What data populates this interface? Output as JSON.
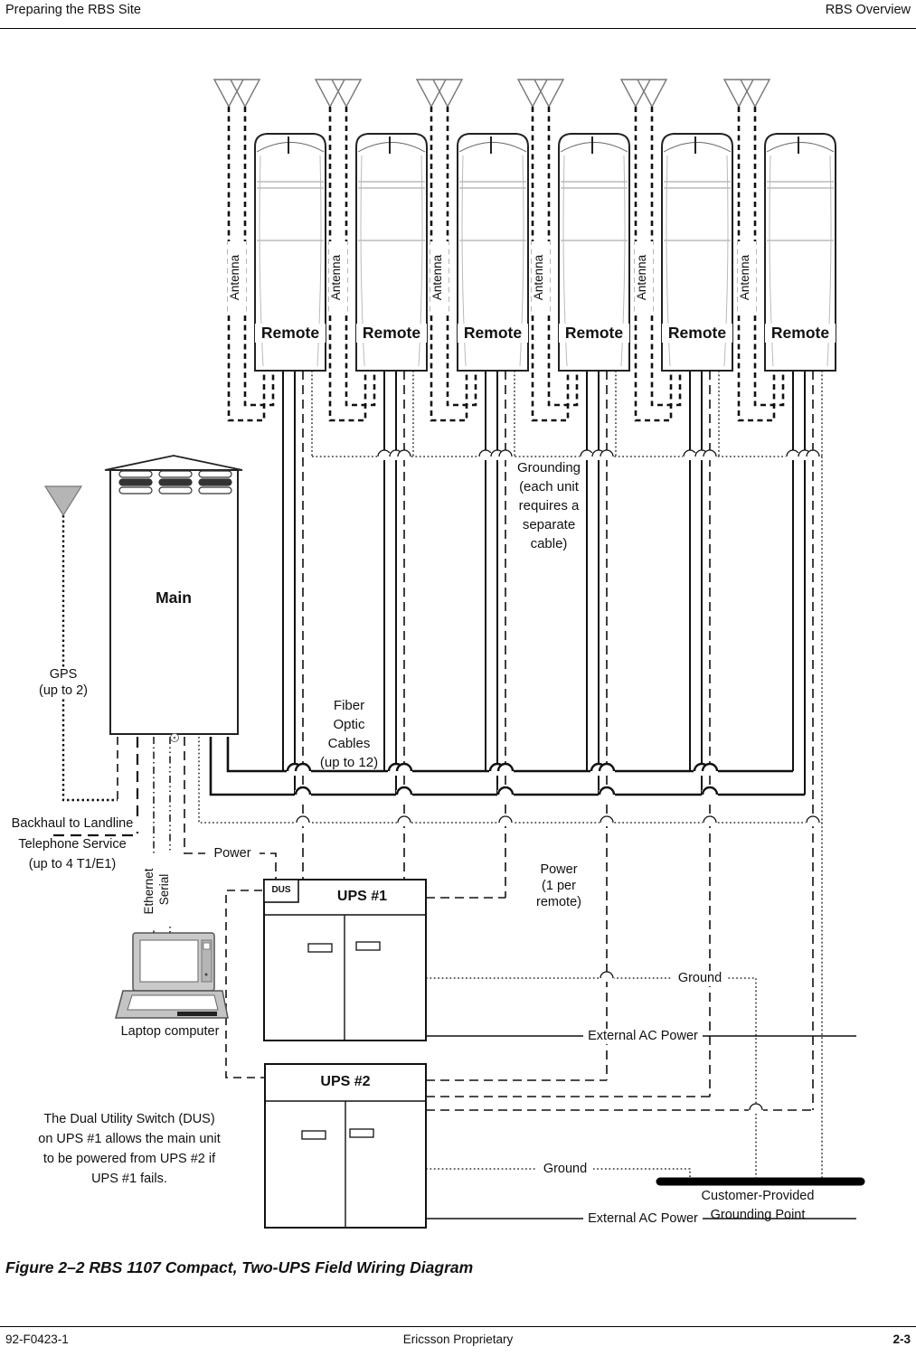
{
  "header": {
    "left": "Preparing the RBS Site",
    "right": "RBS Overview"
  },
  "figure": {
    "caption": "Figure 2–2  RBS 1107 Compact, Two-UPS Field Wiring Diagram"
  },
  "footer": {
    "doc_number": "92-F0423-1",
    "center": "Ericsson Proprietary",
    "page": "2-3"
  },
  "diagram": {
    "remote_label": "Remote",
    "antenna_label": "Antenna",
    "main_label": "Main",
    "ups1_label": "UPS #1",
    "ups2_label": "UPS #2",
    "dus_label": "DUS",
    "gps_lines": [
      "GPS",
      "(up to 2)"
    ],
    "grounding_lines": [
      "Grounding",
      "(each unit",
      "requires a",
      "separate",
      "cable)"
    ],
    "fiber_lines": [
      "Fiber",
      "Optic",
      "Cables",
      "(up to 12)"
    ],
    "backhaul_lines": [
      "Backhaul to Landline",
      "Telephone Service",
      "(up to 4 T1/E1)"
    ],
    "ethernet_label": "Ethernet",
    "serial_label": "Serial",
    "power_label": "Power",
    "power_remote_lines": [
      "Power",
      "(1 per",
      "remote)"
    ],
    "ground_label": "Ground",
    "external_ac_label": "External AC Power",
    "grounding_point_lines": [
      "Customer-Provided",
      "Grounding Point"
    ],
    "laptop_label": "Laptop computer",
    "dus_note_lines": [
      "The Dual Utility Switch (DUS)",
      "on UPS #1 allows the main unit",
      "to be powered from UPS #2 if",
      "UPS #1 fails."
    ]
  }
}
